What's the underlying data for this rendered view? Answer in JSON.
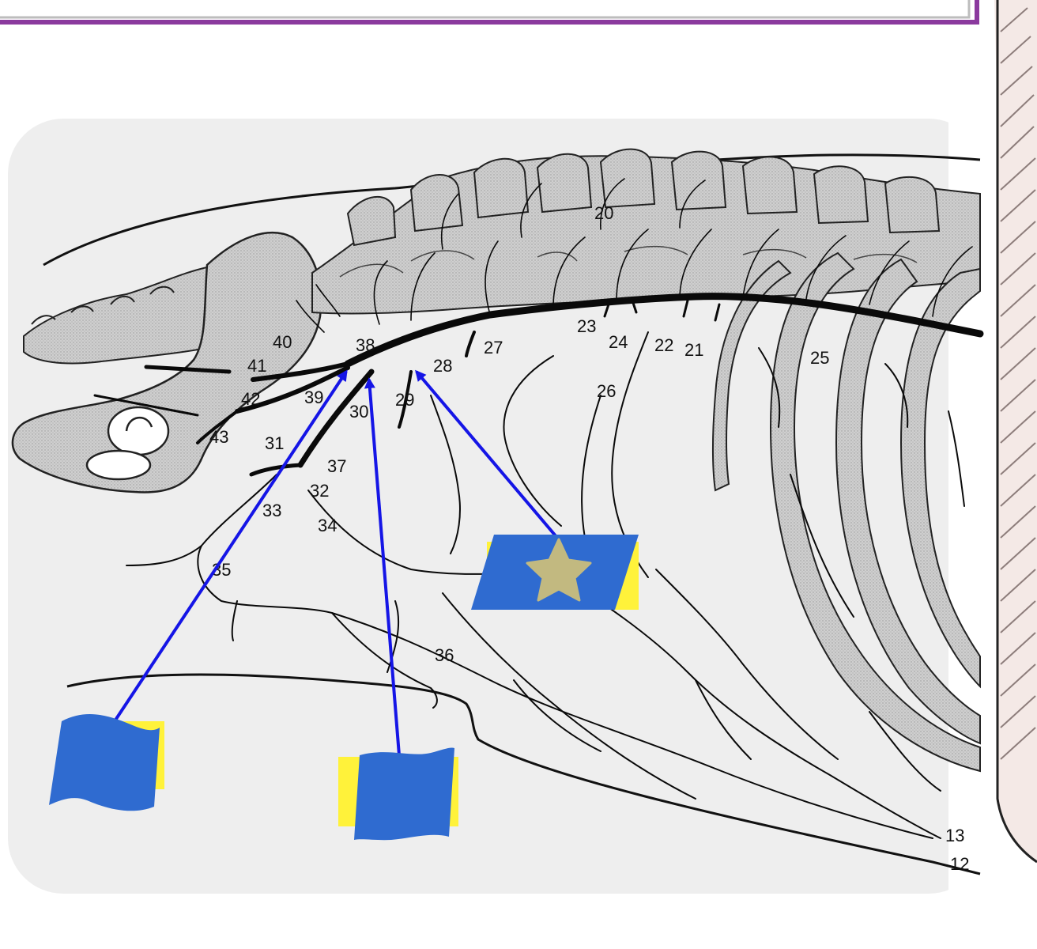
{
  "diagram": {
    "labels": [
      {
        "id": "n20",
        "text": "20"
      },
      {
        "id": "n21",
        "text": "21"
      },
      {
        "id": "n22",
        "text": "22"
      },
      {
        "id": "n23",
        "text": "23"
      },
      {
        "id": "n24",
        "text": "24"
      },
      {
        "id": "n25",
        "text": "25"
      },
      {
        "id": "n26",
        "text": "26"
      },
      {
        "id": "n27",
        "text": "27"
      },
      {
        "id": "n28",
        "text": "28"
      },
      {
        "id": "n29",
        "text": "29"
      },
      {
        "id": "n30",
        "text": "30"
      },
      {
        "id": "n31",
        "text": "31"
      },
      {
        "id": "n32",
        "text": "32"
      },
      {
        "id": "n33",
        "text": "33"
      },
      {
        "id": "n34",
        "text": "34"
      },
      {
        "id": "n35",
        "text": "35"
      },
      {
        "id": "n36",
        "text": "36"
      },
      {
        "id": "n37",
        "text": "37"
      },
      {
        "id": "n38",
        "text": "38"
      },
      {
        "id": "n39",
        "text": "39"
      },
      {
        "id": "n40",
        "text": "40"
      },
      {
        "id": "n41",
        "text": "41"
      },
      {
        "id": "n42",
        "text": "42"
      },
      {
        "id": "n43",
        "text": "43"
      },
      {
        "id": "n13",
        "text": "13"
      },
      {
        "id": "n12",
        "text": "12"
      }
    ],
    "markers": [
      {
        "id": "flag-left",
        "shape": "flag",
        "color": "#2f6bd0",
        "backing": "#fff23a"
      },
      {
        "id": "flag-middle",
        "shape": "flag",
        "color": "#2f6bd0",
        "backing": "#fff23a"
      },
      {
        "id": "star-tile",
        "shape": "parallelogram-with-star",
        "color": "#2f6bd0",
        "star_color": "#c2b980",
        "backing": "#fff23a"
      }
    ],
    "colors": {
      "bone_fill": "#c9c9c9",
      "vessel": "#0a0a0a",
      "arrow": "#1515e6",
      "frame": "#8b3a9e"
    }
  }
}
